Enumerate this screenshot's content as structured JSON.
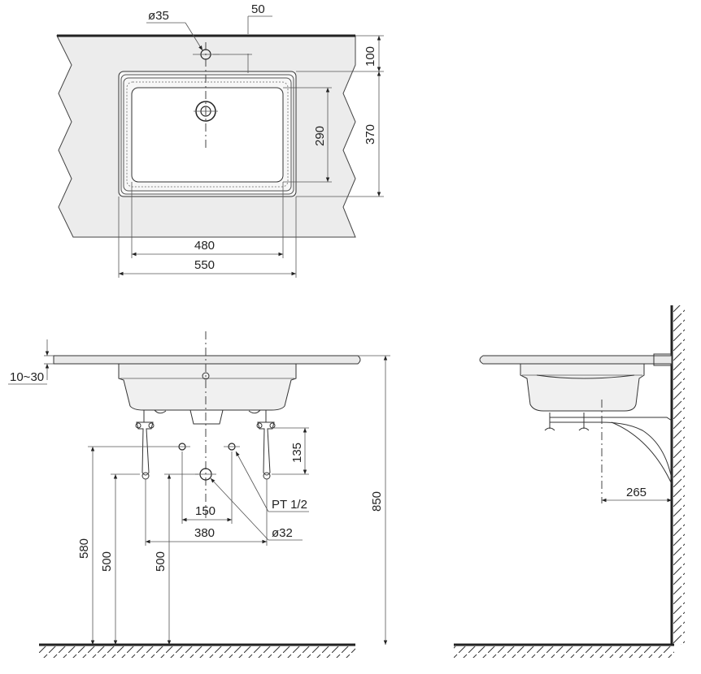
{
  "top_view": {
    "dim_hole_diameter": "ø35",
    "dim_hole_offset": "50",
    "dim_setback": "100",
    "dim_bowl_depth": "290",
    "dim_overall_depth": "370",
    "dim_bowl_width": "480",
    "dim_overall_width": "550"
  },
  "front_view": {
    "dim_counter_thickness": "10~30",
    "dim_bracket_spacing_v": "135",
    "dim_pipe_thread": "PT 1/2",
    "dim_supply_spacing": "150",
    "dim_bracket_spacing_h": "380",
    "dim_drain_diameter": "ø32",
    "dim_supply_height": "580",
    "dim_bracket_height": "500",
    "dim_drain_height": "500",
    "dim_counter_height": "850"
  },
  "side_view": {
    "dim_drain_from_wall": "265"
  }
}
